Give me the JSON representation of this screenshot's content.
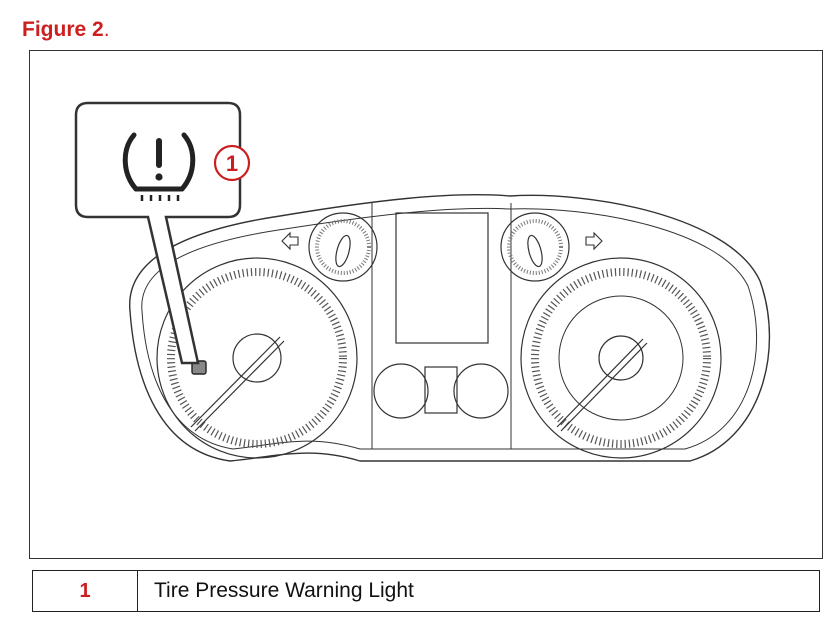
{
  "figure": {
    "title": "Figure 2",
    "title_suffix": "."
  },
  "callout": {
    "number": "1"
  },
  "legend": [
    {
      "number": "1",
      "description": "Tire Pressure Warning Light"
    }
  ],
  "colors": {
    "accent": "#cc1f1f",
    "line": "#333333"
  },
  "icons": {
    "warning": "tire-pressure-warning-icon"
  }
}
